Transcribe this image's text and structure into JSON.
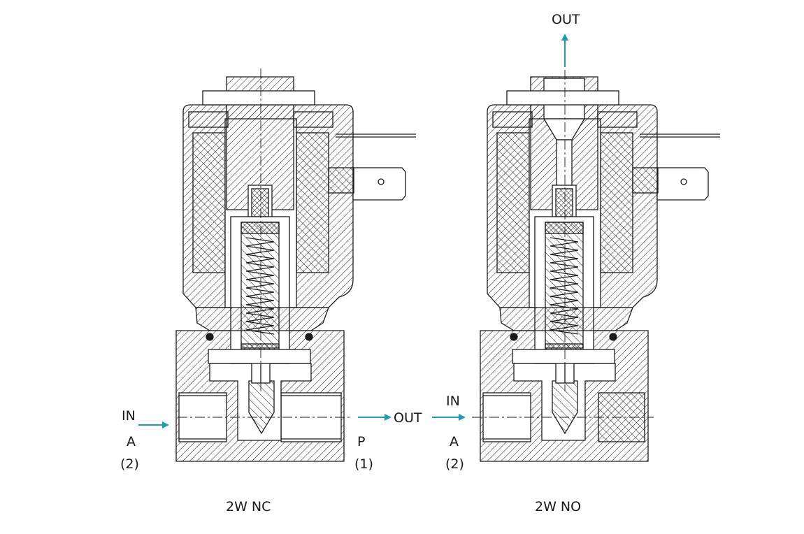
{
  "colors": {
    "arrow": "#1f9bb0",
    "line": "#1a1a1a",
    "background": "#ffffff"
  },
  "diagram_nc": {
    "caption": "2W NC",
    "in_label": "IN",
    "in_port_letter": "A",
    "in_port_number": "(2)",
    "out_label": "OUT",
    "out_port_letter": "P",
    "out_port_number": "(1)"
  },
  "diagram_no": {
    "caption": "2W NO",
    "in_label": "IN",
    "in_port_letter": "A",
    "in_port_number": "(2)",
    "out_label": "OUT"
  }
}
